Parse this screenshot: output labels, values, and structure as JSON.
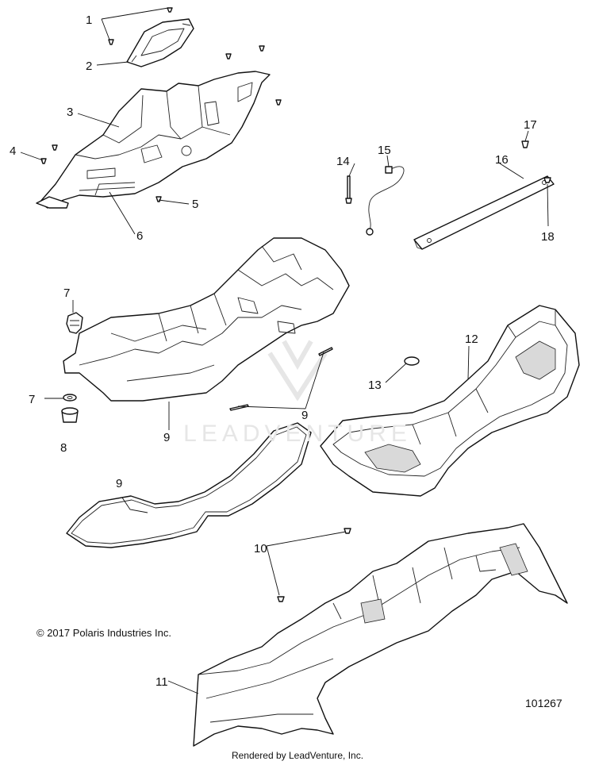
{
  "copyright": "© 2017 Polaris Industries Inc.",
  "drawing_number": "101267",
  "rendered_by": "Rendered by LeadVenture, Inc.",
  "watermark": "LEADVENTURE",
  "callouts": [
    "1",
    "2",
    "3",
    "4",
    "5",
    "6",
    "7",
    "7",
    "8",
    "9",
    "9",
    "9",
    "10",
    "11",
    "12",
    "13",
    "14",
    "15",
    "16",
    "17",
    "18"
  ]
}
